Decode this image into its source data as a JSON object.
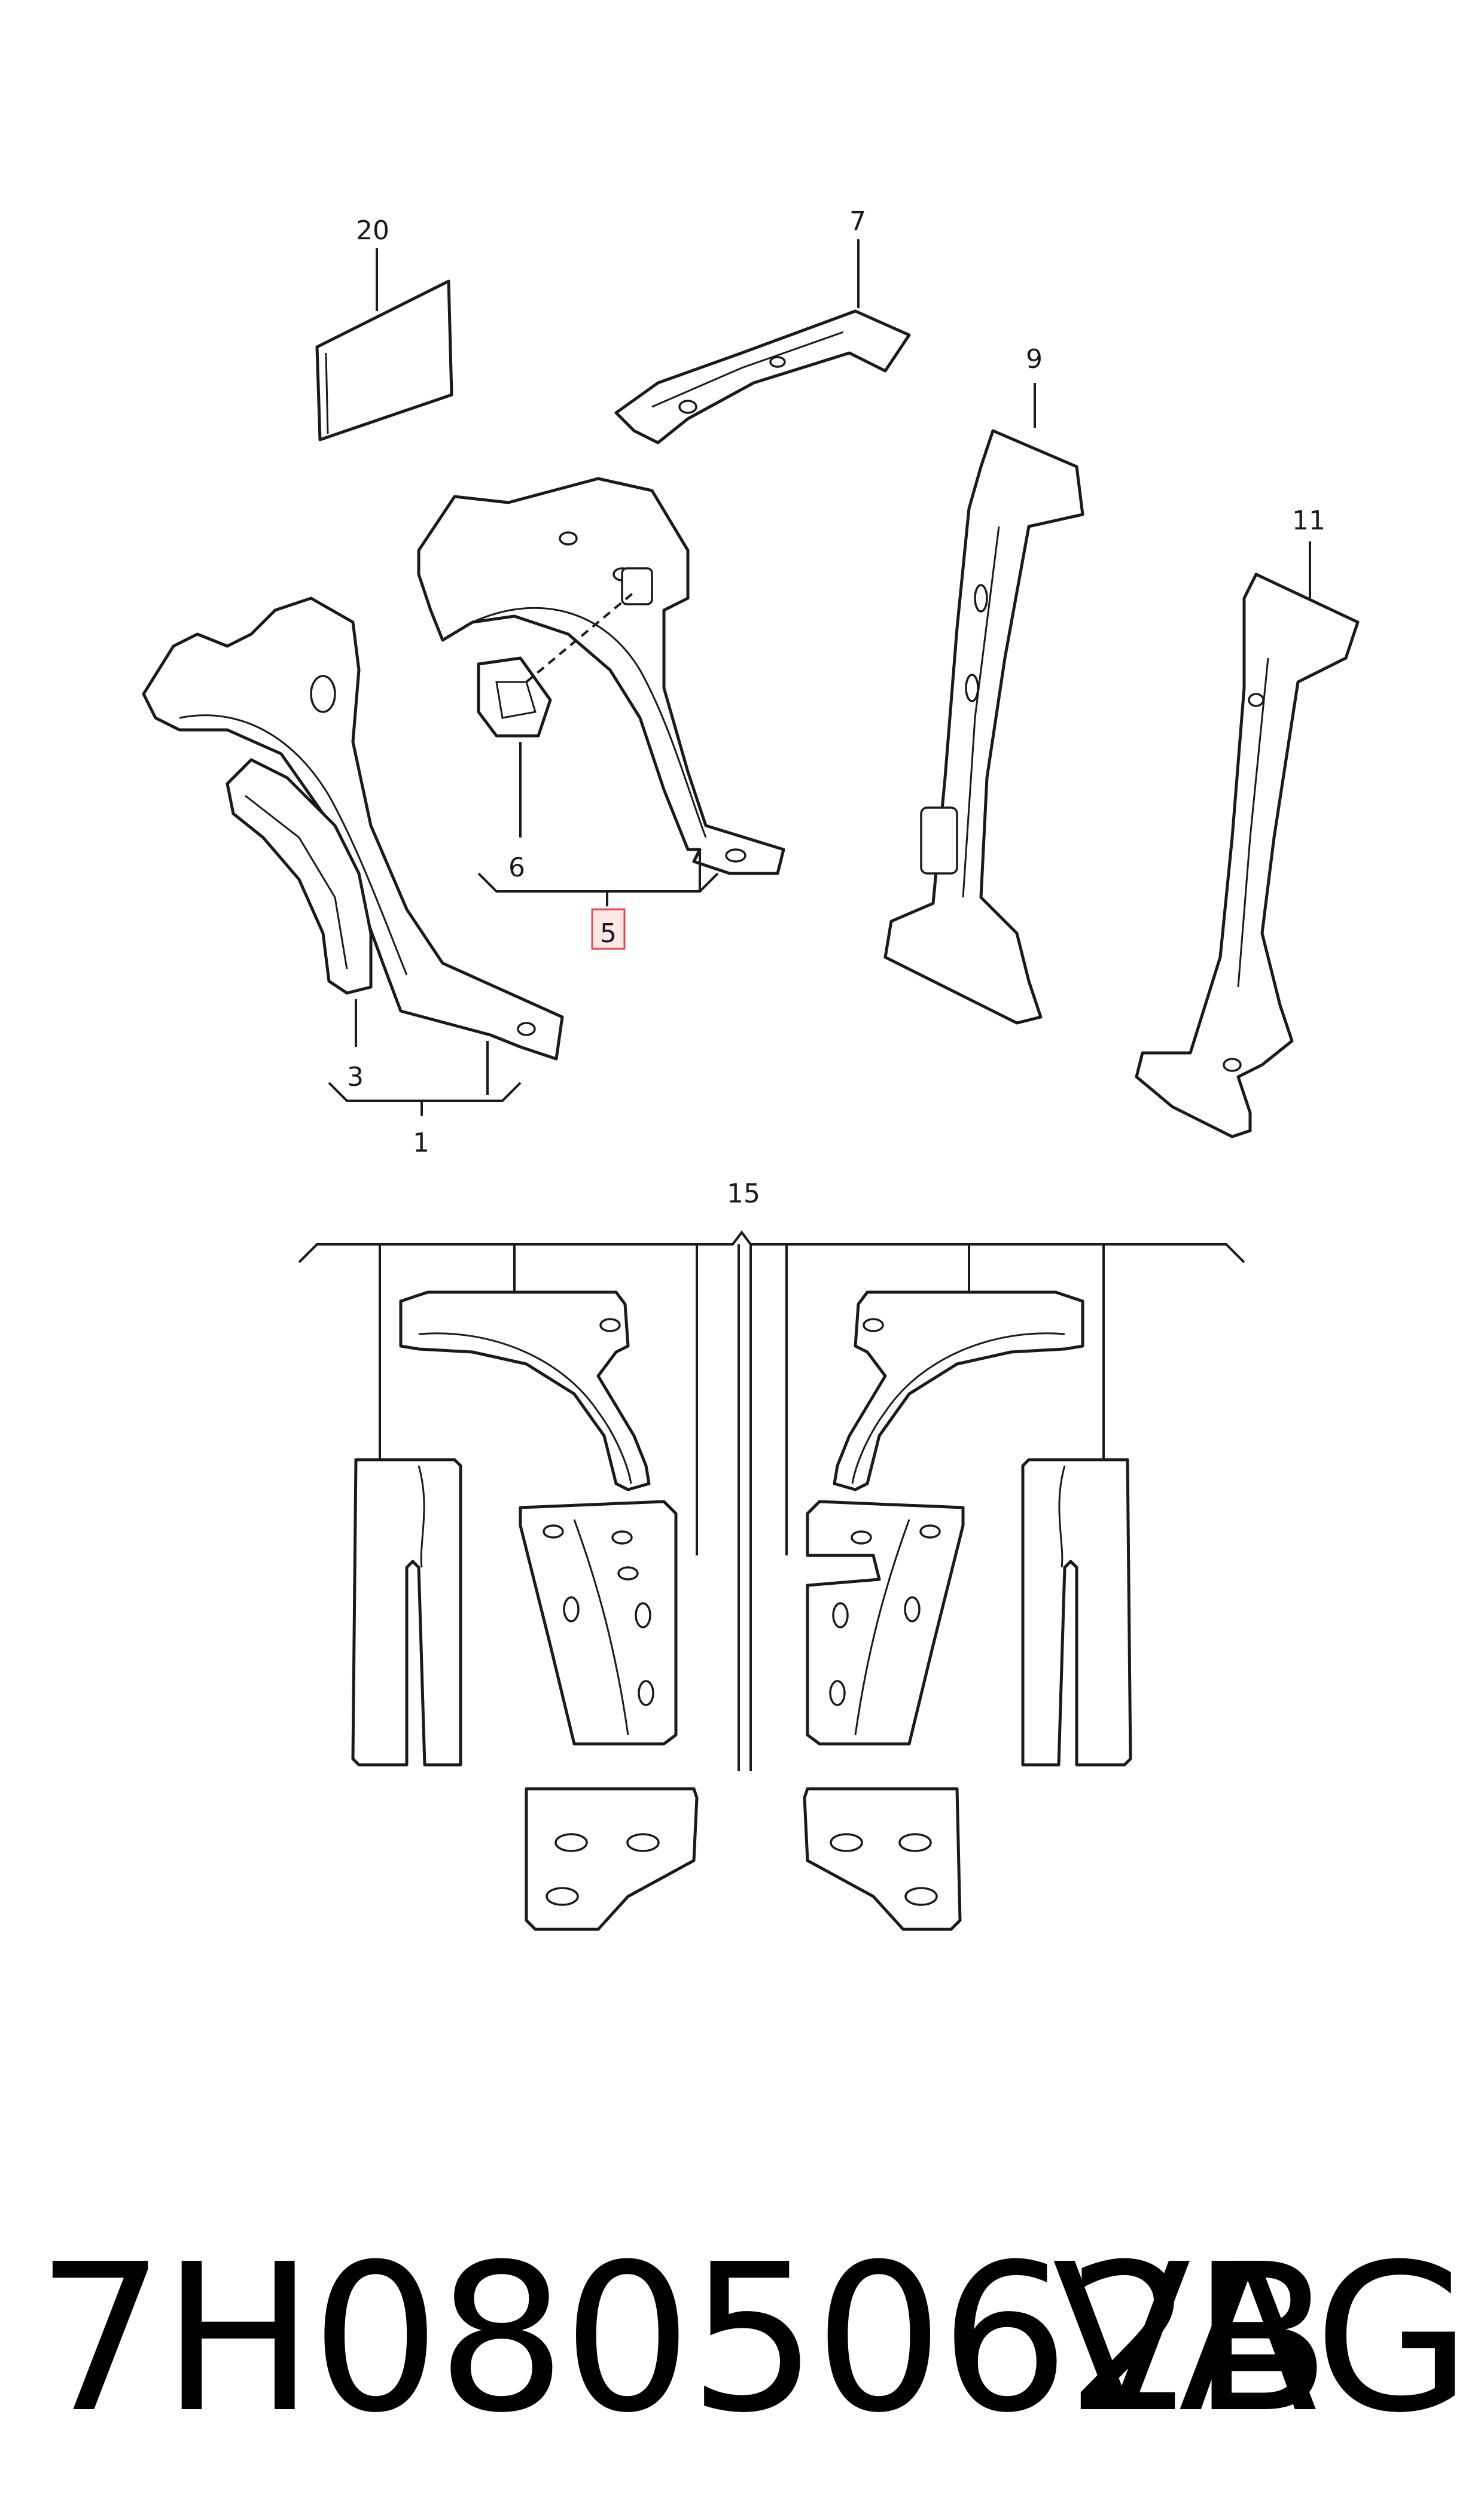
{
  "callouts": {
    "c20": "20",
    "c7": "7",
    "c9": "9",
    "c11": "11",
    "c6": "6",
    "c5": "5",
    "c3": "3",
    "c1": "1",
    "c15": "15"
  },
  "highlight_color": "#e8484a",
  "highlight_fill": "#fde7e7",
  "footer": {
    "part_number": "7H0805062B",
    "brand": "VAG"
  }
}
